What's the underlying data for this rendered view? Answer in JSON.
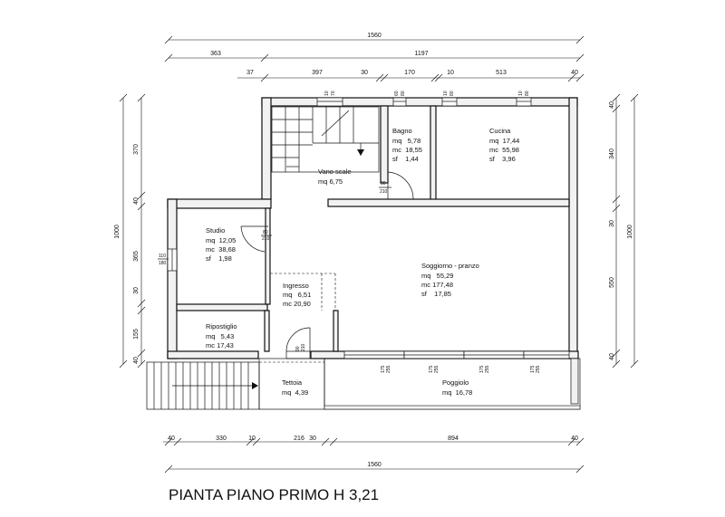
{
  "title": "PIANTA PIANO PRIMO H 3,21",
  "dimensions": {
    "top_total": "1560",
    "top_row1": [
      "363",
      "1197"
    ],
    "top_row2": [
      "37",
      "397",
      "30",
      "170",
      "10",
      "513",
      "40"
    ],
    "bottom_row1": [
      "40",
      "330",
      "10",
      "216",
      "30",
      "894",
      "40"
    ],
    "bottom_total": "1560",
    "left_total": "1000",
    "left_parts": [
      "370",
      "40",
      "365",
      "30",
      "155",
      "40"
    ],
    "right_total": "1000",
    "right_parts": [
      "40",
      "340",
      "30",
      "550",
      "40"
    ]
  },
  "openings": {
    "win_top_1": [
      "10",
      "70"
    ],
    "win_top_2": [
      "60",
      "80"
    ],
    "win_top_3": [
      "10",
      "80"
    ],
    "win_top_4": [
      "10",
      "80"
    ],
    "door_bagno": [
      "80",
      "210"
    ],
    "door_studio": [
      "80",
      "210"
    ],
    "win_studio": [
      "110",
      "180"
    ],
    "door_tettoia": [
      "90",
      "210"
    ],
    "win_poggiolo": [
      "175",
      "255"
    ]
  },
  "rooms": [
    {
      "name": "Vano scale",
      "lines": [
        "mq 6,75"
      ]
    },
    {
      "name": "Bagno",
      "lines": [
        "mq   5,78",
        "mc  18,55",
        "sf    1,44"
      ]
    },
    {
      "name": "Cucina",
      "lines": [
        "mq  17,44",
        "mc  55,98",
        "sf    3,96"
      ]
    },
    {
      "name": "Studio",
      "lines": [
        "mq  12,05",
        "mc  38,68",
        "sf    1,98"
      ]
    },
    {
      "name": "Soggiorno - pranzo",
      "lines": [
        "mq   55,29",
        "mc 177,48",
        "sf    17,85"
      ]
    },
    {
      "name": "Ingresso",
      "lines": [
        "mq   6,51",
        "mc 20,90"
      ]
    },
    {
      "name": "Ripostiglio",
      "lines": [
        "mq   5,43",
        "mc 17,43"
      ]
    },
    {
      "name": "Tettoia",
      "lines": [
        "mq  4,39"
      ]
    },
    {
      "name": "Poggiolo",
      "lines": [
        "mq  16,78"
      ]
    }
  ]
}
